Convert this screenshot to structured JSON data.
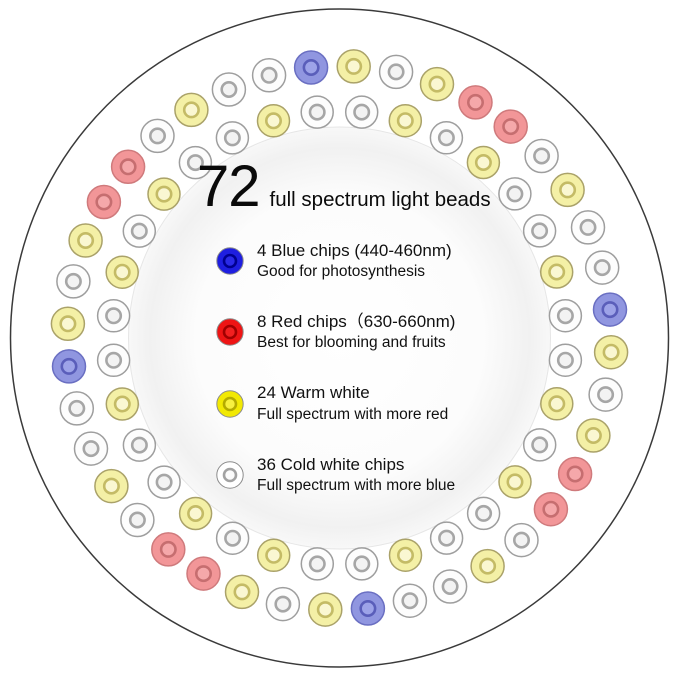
{
  "title": {
    "count": "72",
    "label": "full spectrum light beads"
  },
  "bead_counts": {
    "total": 72,
    "blue": 4,
    "red": 8,
    "warm_white": 24,
    "cold_white": 36
  },
  "legend": [
    {
      "id": "blue",
      "line1": "4 Blue chips (440-460nm)",
      "line2": "Good for photosynthesis"
    },
    {
      "id": "red",
      "line1": "8 Red chips（630-660nm)",
      "line2": "Best for blooming and fruits"
    },
    {
      "id": "warm-white",
      "line1": "24 Warm white",
      "line2": "Full spectrum with more red"
    },
    {
      "id": "cold-white",
      "line1": "36 Cold white chips",
      "line2": "Full spectrum with more blue"
    }
  ],
  "legend_bullets": {
    "blue": {
      "fill": "#1e1ee0",
      "stroke": "#8c8c8c",
      "innerFill": "#2a2ae8",
      "innerStroke": "#00008e"
    },
    "red": {
      "fill": "#ee1414",
      "stroke": "#8c8c8c",
      "innerFill": "#f22020",
      "innerStroke": "#a00000"
    },
    "warm-white": {
      "fill": "#f2e903",
      "stroke": "#8c8c8c",
      "innerFill": "#f7f040",
      "innerStroke": "#b4ab00"
    },
    "cold-white": {
      "fill": "#ffffff",
      "stroke": "#8c8c8c",
      "innerFill": "#fbfbfb",
      "innerStroke": "#a2a2a2"
    }
  },
  "bead_palette": {
    "W": {
      "name": "cold-white",
      "fill": "#fdfdfd",
      "stroke": "#9e9e9e",
      "innerFill": "#f3f3f3",
      "innerStroke": "#a6a6a6"
    },
    "Y": {
      "name": "warm-white",
      "fill": "#f4f0a6",
      "stroke": "#aaa269",
      "innerFill": "#faf7d2",
      "innerStroke": "#c4bb66"
    },
    "B": {
      "name": "blue",
      "fill": "#9096e0",
      "stroke": "#6a6fc2",
      "innerFill": "#9da3e8",
      "innerStroke": "#5a5eba"
    },
    "R": {
      "name": "red",
      "fill": "#f29698",
      "stroke": "#cf7a7c",
      "innerFill": "#f5a8aa",
      "innerStroke": "#c66e70"
    }
  },
  "rings": [
    {
      "name": "outer",
      "radius": 272,
      "bead_radius": 16.5,
      "start_angle": -96,
      "sequence": [
        "B",
        "Y",
        "W",
        "Y",
        "R",
        "R",
        "W",
        "Y",
        "W",
        "W",
        "B",
        "Y",
        "W",
        "Y",
        "R",
        "R",
        "W",
        "Y",
        "W",
        "W",
        "B",
        "Y",
        "W",
        "Y",
        "R",
        "R",
        "W",
        "Y",
        "W",
        "W",
        "B",
        "Y",
        "W",
        "Y",
        "R",
        "R",
        "W",
        "Y",
        "W",
        "W"
      ]
    },
    {
      "name": "inner",
      "radius": 227,
      "bead_radius": 16,
      "start_angle": -84.4,
      "sequence": [
        "W",
        "Y",
        "W",
        "Y",
        "W",
        "W",
        "Y",
        "W",
        "W",
        "Y",
        "W",
        "Y",
        "W",
        "W",
        "Y",
        "W",
        "W",
        "Y",
        "W",
        "Y",
        "W",
        "W",
        "Y",
        "W",
        "W",
        "Y",
        "W",
        "Y",
        "W",
        "W",
        "Y",
        "W"
      ]
    }
  ],
  "colors": {
    "outline": "#3a3a3a",
    "center_disc_edge": "#e6e6e6",
    "background": "#ffffff"
  }
}
